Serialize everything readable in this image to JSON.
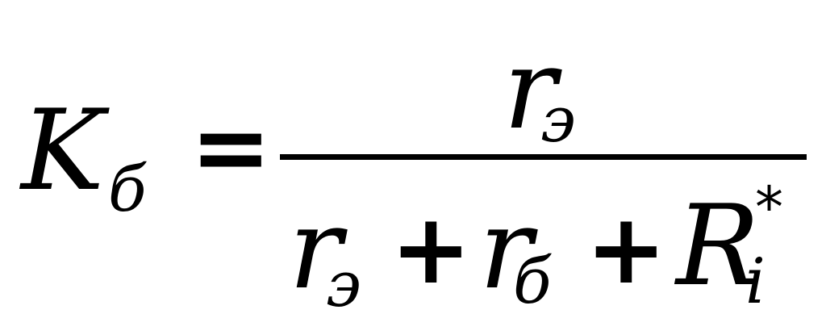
{
  "formula": {
    "lhs": {
      "symbol": "K",
      "subscript": "б"
    },
    "equals": "=",
    "numerator": {
      "symbol": "r",
      "subscript": "э"
    },
    "denominator": {
      "term1": {
        "symbol": "r",
        "subscript": "э"
      },
      "plus1": "+",
      "term2": {
        "symbol": "r",
        "subscript": "б"
      },
      "plus2": "+",
      "term3": {
        "symbol": "R",
        "subscript": "i",
        "superscript": "*"
      }
    }
  }
}
